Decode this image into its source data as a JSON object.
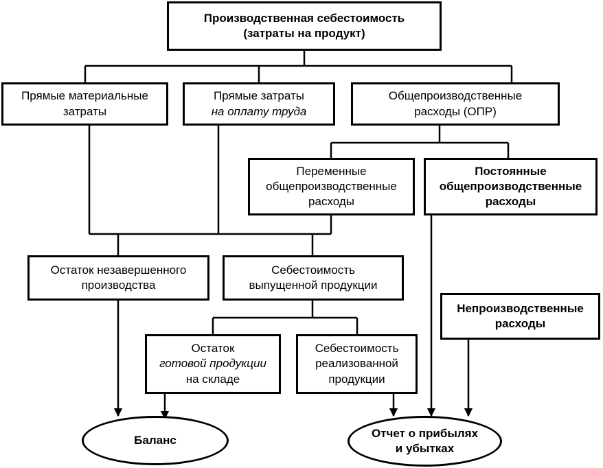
{
  "diagram": {
    "root": {
      "line1": "Производственная себестоимость",
      "line2": "(затраты на продукт)"
    },
    "direct_materials": {
      "line1": "Прямые материальные",
      "line2": "затраты"
    },
    "direct_labor": {
      "line1": "Прямые затраты",
      "line2": "на оплату труда"
    },
    "overhead": {
      "line1": "Общепроизводственные",
      "line2": "расходы (ОПР)"
    },
    "variable_overhead": {
      "line1": "Переменные",
      "line2": "общепроизводственные",
      "line3": "расходы"
    },
    "fixed_overhead": {
      "line1": "Постоянные",
      "line2": "общепроизводственные",
      "line3": "расходы"
    },
    "wip_balance": {
      "line1": "Остаток незавершенного",
      "line2": "производства"
    },
    "cost_of_goods_manufactured": {
      "line1": "Себестоимость",
      "line2": "выпущенной продукции"
    },
    "nonproduction_costs": {
      "line1": "Непроизводственные",
      "line2": "расходы"
    },
    "finished_goods_balance": {
      "line1": "Остаток",
      "line2": "готовой продукции",
      "line3": "на складе"
    },
    "cost_of_goods_sold": {
      "line1": "Себестоимость",
      "line2": "реализованной",
      "line3": "продукции"
    },
    "balance_sheet": {
      "label": "Баланс"
    },
    "income_statement": {
      "line1": "Отчет о прибылях",
      "line2": "и убытках"
    }
  }
}
